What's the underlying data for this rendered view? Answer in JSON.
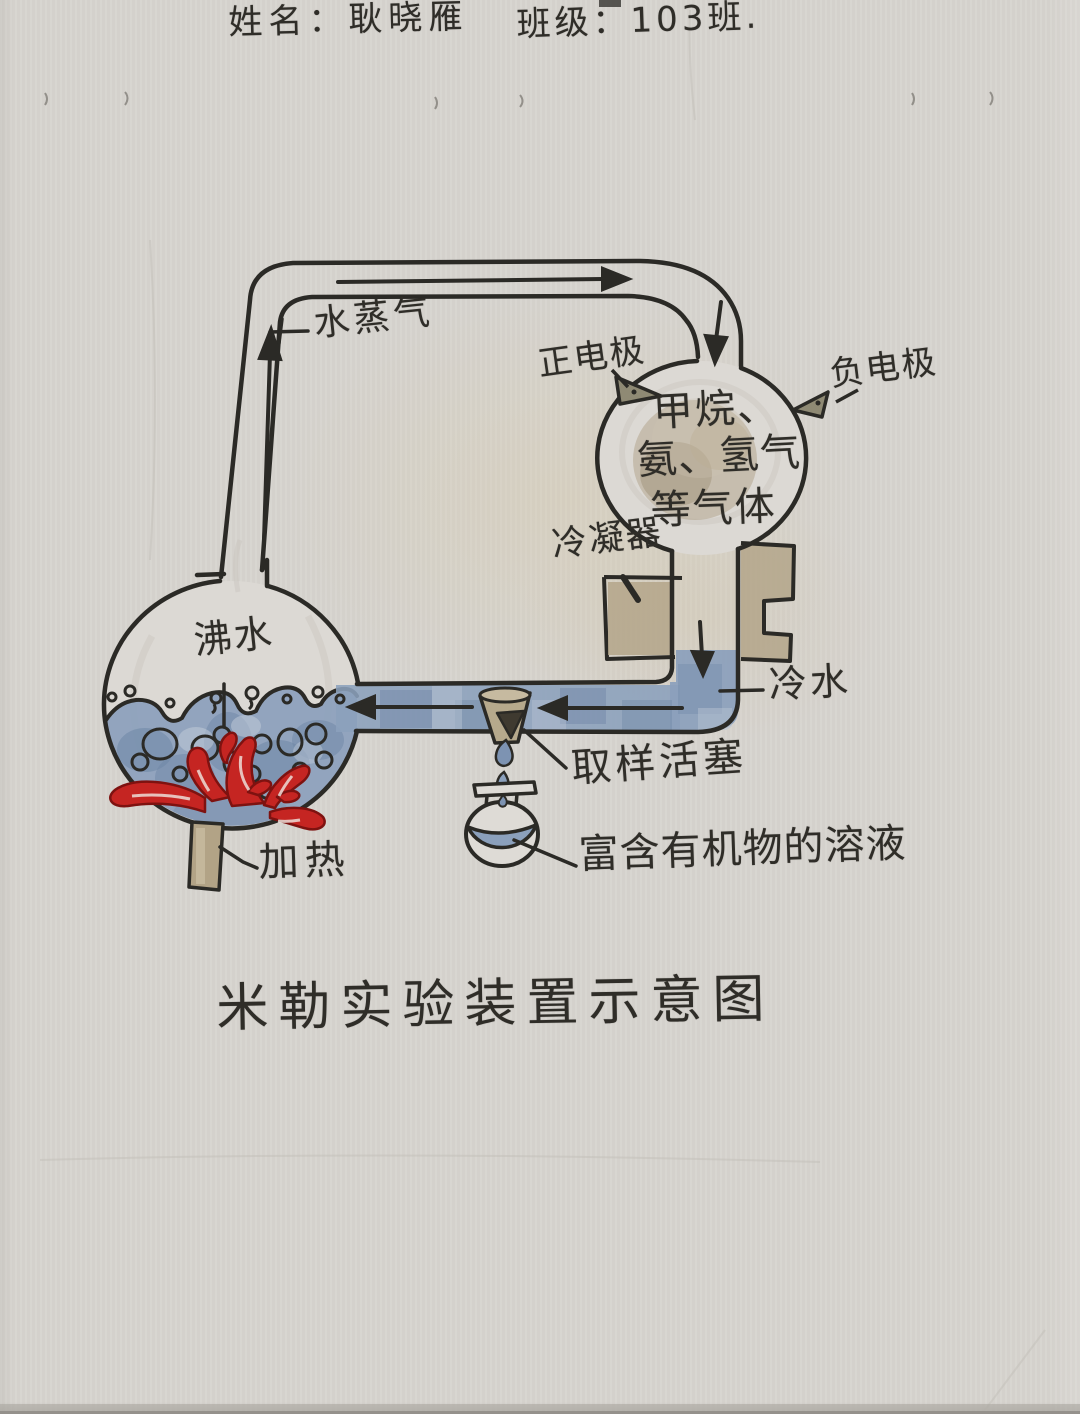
{
  "header": {
    "name": "姓名：耿晓雁",
    "class_name": "班级：103班."
  },
  "title": "米勒实验装置示意图",
  "labels": {
    "water_vapor": "水蒸气",
    "positive_electrode": "正电极",
    "negative_electrode": "负电极",
    "gas_line1": "甲烷、",
    "gas_line2": "氨、氢气",
    "gas_line3": "等气体",
    "condenser": "冷凝器",
    "cold_water": "冷水",
    "boiling_water": "沸水",
    "heating": "加热",
    "sampling_stopcock": "取样活塞",
    "organic_solution": "富含有机物的溶液"
  },
  "colors": {
    "ink": "#2e2c28",
    "water_blue": "#8ba0bc",
    "flame_red": "#c52522",
    "marker_tan": "#b2a286",
    "paper": "#d7d4cf"
  }
}
